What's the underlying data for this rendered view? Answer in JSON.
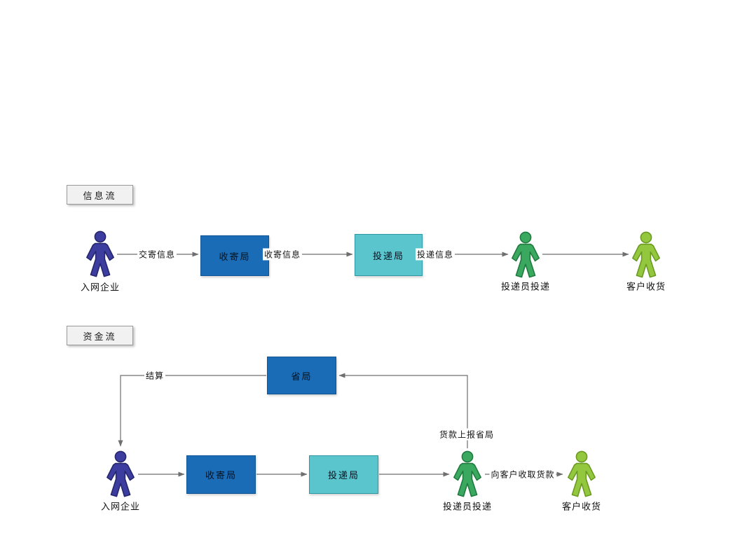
{
  "colors": {
    "dark_blue_box": "#1a6cb7",
    "teal_box": "#5ac5cd",
    "indigo_person": "#3d3da0",
    "indigo_person_stroke": "#26266e",
    "green_person": "#3aa95f",
    "green_person_stroke": "#1f7a40",
    "light_green_person": "#93c83e",
    "light_green_person_stroke": "#6a9a22",
    "connector": "#6f6f6f"
  },
  "info_flow": {
    "section_label": "信息流",
    "nodes": {
      "enterprise": "入网企业",
      "receiving_office": "收寄局",
      "delivery_office": "投递局",
      "deliveryman": "投递员投递",
      "customer": "客户收货"
    },
    "edges": {
      "submit_info": "交寄信息",
      "receiving_info": "收寄信息",
      "delivery_info": "投递信息"
    }
  },
  "money_flow": {
    "section_label": "资金流",
    "nodes": {
      "provincial_office": "省局",
      "enterprise": "入网企业",
      "receiving_office": "收寄局",
      "delivery_office": "投递局",
      "deliveryman": "投递员投递",
      "customer": "客户收货"
    },
    "edges": {
      "settlement": "结算",
      "report_payment_to_province": "货款上报省局",
      "collect_payment_from_customer": "向客户收取货款"
    }
  }
}
